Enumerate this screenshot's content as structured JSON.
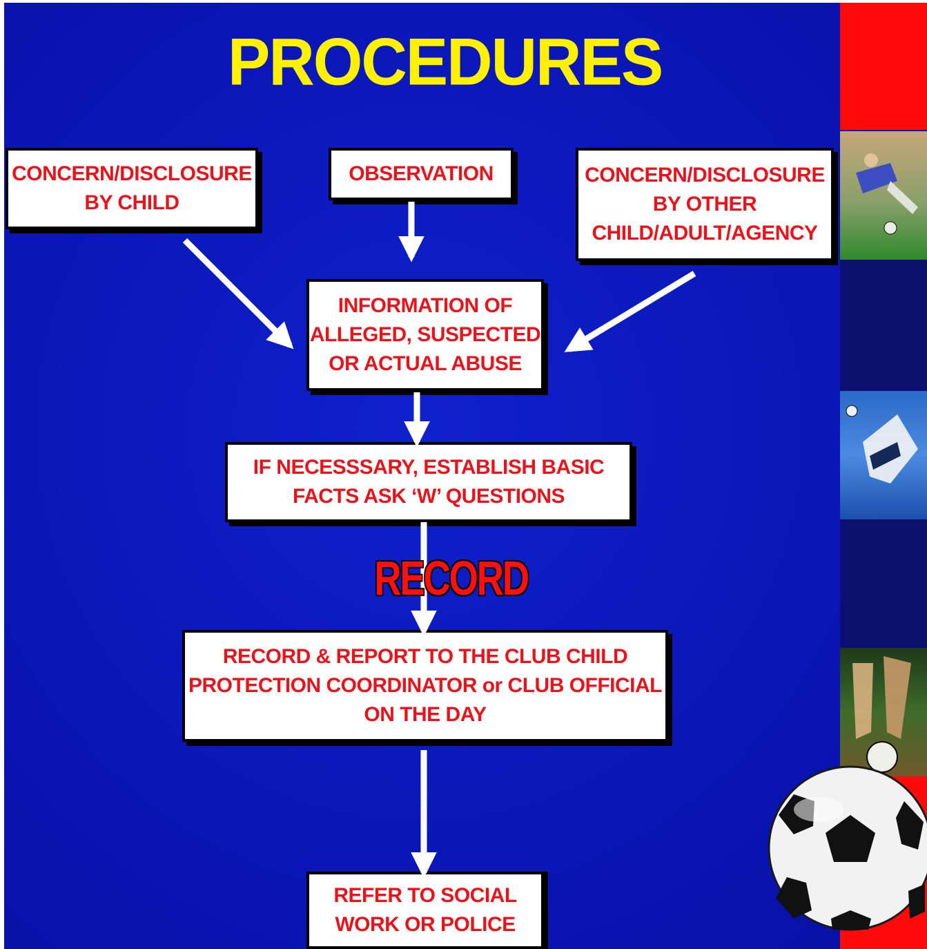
{
  "title": "PROCEDURES",
  "boxes": {
    "concern_child": [
      "CONCERN/DISCLOSURE",
      "BY CHILD"
    ],
    "observation": [
      "OBSERVATION"
    ],
    "concern_other": [
      "CONCERN/DISCLOSURE",
      "BY OTHER",
      "CHILD/ADULT/AGENCY"
    ],
    "information": [
      "INFORMATION OF",
      "ALLEGED, SUSPECTED",
      "OR ACTUAL ABUSE"
    ],
    "basic_facts": [
      "IF NECESSSARY, ESTABLISH BASIC",
      "FACTS ASK ‘W’ QUESTIONS"
    ],
    "report": [
      "RECORD & REPORT TO THE CLUB CHILD",
      "PROTECTION COORDINATOR or CLUB OFFICIAL",
      "ON THE DAY"
    ],
    "refer": [
      "REFER TO SOCIAL",
      "WORK OR POLICE"
    ]
  },
  "record_label": "RECORD",
  "colors": {
    "background": "#0a14b8",
    "title": "#fff200",
    "box_text": "#e8141c",
    "record": "#ff1010",
    "arrow": "#ffffff",
    "strip_red": "#ff0a0a",
    "strip_dark": "#0b0f6e"
  },
  "decor": {
    "photos": [
      "football-action-photo",
      "football-action-photo",
      "football-action-photo"
    ],
    "ball": "football-icon"
  }
}
